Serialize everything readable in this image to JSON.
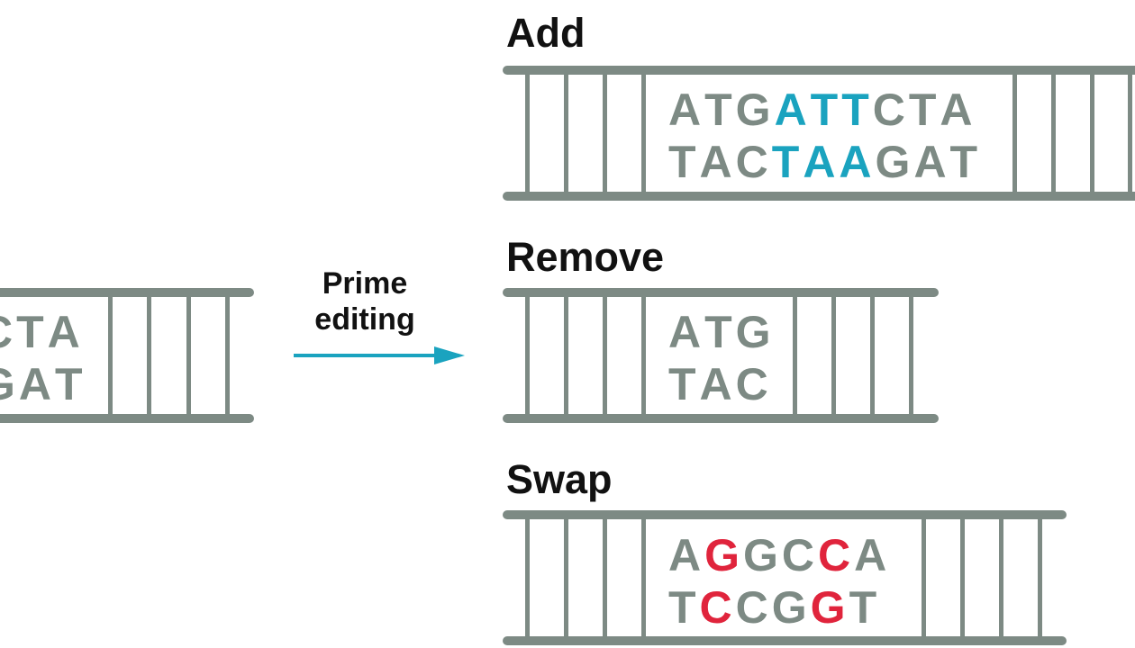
{
  "colors": {
    "strand": "#7d8a84",
    "text": "#111111",
    "added": "#1aa3bf",
    "swapped": "#e0243c"
  },
  "arrow": {
    "line1": "Prime",
    "line2": "editing",
    "icon": "right-arrow-icon"
  },
  "original": {
    "top": [
      {
        "b": "C",
        "hl": null
      },
      {
        "b": "T",
        "hl": null
      },
      {
        "b": "A",
        "hl": null
      }
    ],
    "bottom": [
      {
        "b": "G",
        "hl": null
      },
      {
        "b": "A",
        "hl": null
      },
      {
        "b": "T",
        "hl": null
      }
    ]
  },
  "panels": [
    {
      "id": "add",
      "label": "Add",
      "top": [
        {
          "b": "A",
          "hl": null
        },
        {
          "b": "T",
          "hl": null
        },
        {
          "b": "G",
          "hl": null
        },
        {
          "b": "A",
          "hl": "added"
        },
        {
          "b": "T",
          "hl": "added"
        },
        {
          "b": "T",
          "hl": "added"
        },
        {
          "b": "C",
          "hl": null
        },
        {
          "b": "T",
          "hl": null
        },
        {
          "b": "A",
          "hl": null
        }
      ],
      "bottom": [
        {
          "b": "T",
          "hl": null
        },
        {
          "b": "A",
          "hl": null
        },
        {
          "b": "C",
          "hl": null
        },
        {
          "b": "T",
          "hl": "added"
        },
        {
          "b": "A",
          "hl": "added"
        },
        {
          "b": "A",
          "hl": "added"
        },
        {
          "b": "G",
          "hl": null
        },
        {
          "b": "A",
          "hl": null
        },
        {
          "b": "T",
          "hl": null
        }
      ]
    },
    {
      "id": "remove",
      "label": "Remove",
      "top": [
        {
          "b": "A",
          "hl": null
        },
        {
          "b": "T",
          "hl": null
        },
        {
          "b": "G",
          "hl": null
        }
      ],
      "bottom": [
        {
          "b": "T",
          "hl": null
        },
        {
          "b": "A",
          "hl": null
        },
        {
          "b": "C",
          "hl": null
        }
      ]
    },
    {
      "id": "swap",
      "label": "Swap",
      "top": [
        {
          "b": "A",
          "hl": null
        },
        {
          "b": "G",
          "hl": "swapped"
        },
        {
          "b": "G",
          "hl": null
        },
        {
          "b": "C",
          "hl": null
        },
        {
          "b": "C",
          "hl": "swapped"
        },
        {
          "b": "A",
          "hl": null
        }
      ],
      "bottom": [
        {
          "b": "T",
          "hl": null
        },
        {
          "b": "C",
          "hl": "swapped"
        },
        {
          "b": "C",
          "hl": null
        },
        {
          "b": "G",
          "hl": null
        },
        {
          "b": "G",
          "hl": "swapped"
        },
        {
          "b": "T",
          "hl": null
        }
      ]
    }
  ]
}
